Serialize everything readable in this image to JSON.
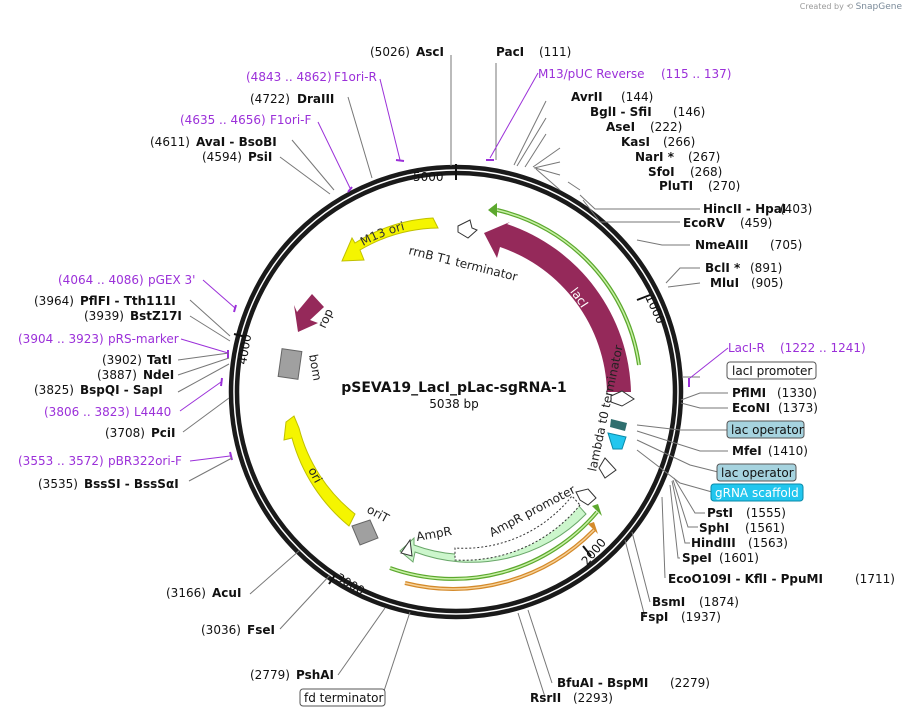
{
  "credit": {
    "prefix": "Created by",
    "brand": "SnapGene"
  },
  "plasmid": {
    "name": "pSEVA19_LacI_pLac-sgRNA-1",
    "length": "5038 bp"
  },
  "ticks": [
    {
      "label": "5000",
      "bp": 5000
    },
    {
      "label": "1000",
      "bp": 1000
    },
    {
      "label": "2000",
      "bp": 2000
    },
    {
      "label": "3000",
      "bp": 3000
    },
    {
      "label": "4000",
      "bp": 4000
    }
  ],
  "features_arrows": [
    {
      "name": "lacI",
      "color": "#95295a"
    },
    {
      "name": "M13 ori",
      "color": "#f5f500"
    },
    {
      "name": "rop",
      "color": "#95295a"
    },
    {
      "name": "ori",
      "color": "#f5f500"
    },
    {
      "name": "AmpR",
      "color": "#ccf6cc"
    },
    {
      "name": "AmpR promoter",
      "color": "#ffffff"
    },
    {
      "name": "rrnB T1 terminator",
      "color": "#ffffff"
    },
    {
      "name": "lambda t0 terminator",
      "color": "#ffffff"
    },
    {
      "name": "bom",
      "color": "#a0a0a0"
    },
    {
      "name": "oriT",
      "color": "#a0a0a0"
    }
  ],
  "enzyme_labels_right": [
    {
      "name": "PacI",
      "pos": "(111)"
    },
    {
      "name": "AvrII",
      "pos": "(144)"
    },
    {
      "name": "BglI - SfiI",
      "pos": "(146)"
    },
    {
      "name": "AseI",
      "pos": "(222)"
    },
    {
      "name": "KasI",
      "pos": "(266)"
    },
    {
      "name": "NarI *",
      "pos": "(267)"
    },
    {
      "name": "SfoI",
      "pos": "(268)"
    },
    {
      "name": "PluTI",
      "pos": "(270)"
    },
    {
      "name": "HincII - HpaI",
      "pos": "(403)"
    },
    {
      "name": "EcoRV",
      "pos": "(459)"
    },
    {
      "name": "NmeAIII",
      "pos": "(705)"
    },
    {
      "name": "BclI *",
      "pos": "(891)"
    },
    {
      "name": "MluI",
      "pos": "(905)"
    },
    {
      "name": "PflMI",
      "pos": "(1330)"
    },
    {
      "name": "EcoNI",
      "pos": "(1373)"
    },
    {
      "name": "MfeI",
      "pos": "(1410)"
    },
    {
      "name": "PstI",
      "pos": "(1555)"
    },
    {
      "name": "SphI",
      "pos": "(1561)"
    },
    {
      "name": "HindIII",
      "pos": "(1563)"
    },
    {
      "name": "SpeI",
      "pos": "(1601)"
    },
    {
      "name": "EcoO109I - KflI - PpuMI",
      "pos": "(1711)"
    },
    {
      "name": "BsmI",
      "pos": "(1874)"
    },
    {
      "name": "FspI",
      "pos": "(1937)"
    },
    {
      "name": "BfuAI - BspMI",
      "pos": "(2279)"
    },
    {
      "name": "RsrII",
      "pos": "(2293)"
    }
  ],
  "enzyme_labels_left": [
    {
      "name": "AscI",
      "pos": "(5026)"
    },
    {
      "name": "DraIII",
      "pos": "(4722)"
    },
    {
      "name": "AvaI - BsoBI",
      "pos": "(4611)"
    },
    {
      "name": "PsiI",
      "pos": "(4594)"
    },
    {
      "name": "PflFI - Tth111I",
      "pos": "(3964)"
    },
    {
      "name": "BstZ17I",
      "pos": "(3939)"
    },
    {
      "name": "TatI",
      "pos": "(3902)"
    },
    {
      "name": "NdeI",
      "pos": "(3887)"
    },
    {
      "name": "BspQI - SapI",
      "pos": "(3825)"
    },
    {
      "name": "PciI",
      "pos": "(3708)"
    },
    {
      "name": "BssSI - BssSαI",
      "pos": "(3535)"
    },
    {
      "name": "AcuI",
      "pos": "(3166)"
    },
    {
      "name": "FseI",
      "pos": "(3036)"
    },
    {
      "name": "PshAI",
      "pos": "(2779)"
    }
  ],
  "primers": [
    {
      "name": "M13/pUC Reverse",
      "pos": "(115 .. 137)"
    },
    {
      "name": "F1ori-R",
      "pos": "(4843 .. 4862)"
    },
    {
      "name": "F1ori-F",
      "pos": "(4635 .. 4656)"
    },
    {
      "name": "pGEX 3'",
      "pos": "(4064 .. 4086)"
    },
    {
      "name": "pRS-marker",
      "pos": "(3904 .. 3923)"
    },
    {
      "name": "L4440",
      "pos": "(3806 .. 3823)"
    },
    {
      "name": "pBR322ori-F",
      "pos": "(3553 .. 3572)"
    },
    {
      "name": "LacI-R",
      "pos": "(1222 .. 1241)"
    }
  ],
  "boxed_features": [
    {
      "name": "lacI promoter",
      "fill": "#ffffff"
    },
    {
      "name": "lac operator",
      "fill": "#a6d3df"
    },
    {
      "name": "lac operator",
      "fill": "#a6d3df"
    },
    {
      "name": "gRNA scaffold",
      "fill": "#22c6ee"
    },
    {
      "name": "fd terminator",
      "fill": "#ffffff"
    }
  ]
}
